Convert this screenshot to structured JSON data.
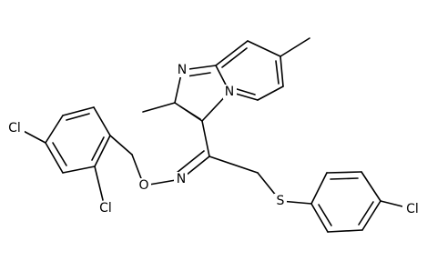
{
  "atoms": {
    "n_imidazole": "N",
    "n_bridge": "N",
    "n_oxime": "N",
    "o_oxime": "O",
    "s_thioether": "S",
    "cl_ring_para": "Cl",
    "cl_ring_ortho": "Cl",
    "cl_chlorophenyl": "Cl"
  },
  "colors": {
    "bond": "#000000",
    "label": "#000000",
    "background": "#ffffff"
  }
}
